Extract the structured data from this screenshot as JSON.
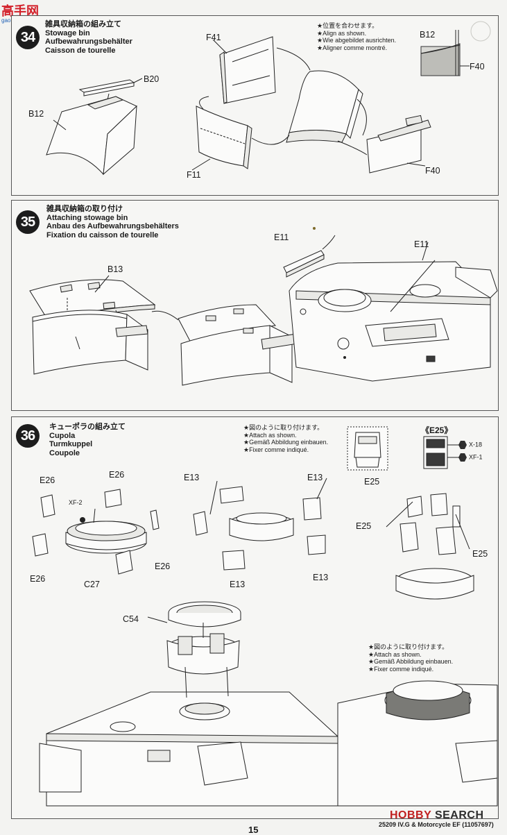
{
  "watermark": {
    "brand": "高手网",
    "site": "gao.shou.com"
  },
  "steps": [
    {
      "number": "34",
      "titles": [
        "雑具収納箱の組み立て",
        "Stowage bin",
        "Aufbewahrungsbehälter",
        "Caisson de tourelle"
      ],
      "note": [
        "★位置を合わせます。",
        "★Align as shown.",
        "★Wie abgebildet ausrichten.",
        "★Aligner comme montré."
      ],
      "parts": [
        "B20",
        "B12",
        "F41",
        "F11",
        "F40",
        "B12",
        "F40"
      ]
    },
    {
      "number": "35",
      "titles": [
        "雑具収納箱の取り付け",
        "Attaching stowage bin",
        "Anbau des Aufbewahrungsbehälters",
        "Fixation du caisson de tourelle"
      ],
      "parts": [
        "B13",
        "E11",
        "E11"
      ]
    },
    {
      "number": "36",
      "titles": [
        "キューポラの組み立て",
        "Cupola",
        "Turmkuppel",
        "Coupole"
      ],
      "note": [
        "★図のように取り付けます。",
        "★Attach as shown.",
        "★Gemäß Abbildung einbauen.",
        "★Fixer comme indiqué."
      ],
      "note2": [
        "★図のように取り付けます。",
        "★Attach as shown.",
        "★Gemäß Abbildung einbauen.",
        "★Fixer comme indiqué."
      ],
      "parts": [
        "E26",
        "E26",
        "XF-2",
        "E26",
        "E26",
        "C27",
        "E13",
        "E13",
        "E13",
        "E13",
        "E25",
        "E25",
        "E25",
        "C54"
      ],
      "inset_title": "《E25》",
      "paints": [
        "X-18",
        "XF-1"
      ]
    }
  ],
  "footer": {
    "page_number": "15",
    "code": "25209 IV.G & Motorcycle EF (11057697)",
    "logo_a": "HOBBY",
    "logo_b": "SEARCH"
  }
}
